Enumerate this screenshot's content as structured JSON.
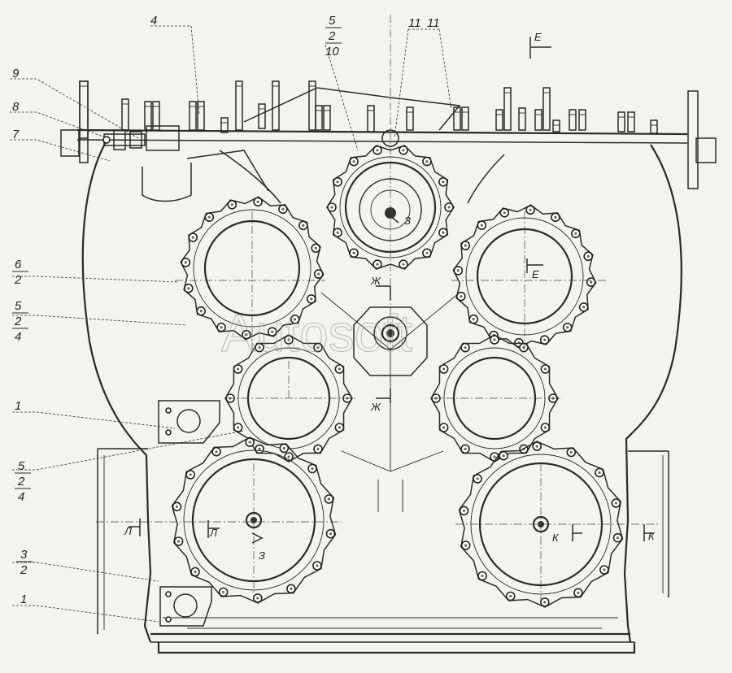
{
  "callouts": [
    {
      "id": "c4",
      "lines": [
        "4"
      ]
    },
    {
      "id": "c5a",
      "lines": [
        "5",
        "2",
        "10"
      ]
    },
    {
      "id": "c11a",
      "lines": [
        "11"
      ]
    },
    {
      "id": "c11b",
      "lines": [
        "11"
      ]
    },
    {
      "id": "c9",
      "lines": [
        "9"
      ]
    },
    {
      "id": "c8",
      "lines": [
        "8"
      ]
    },
    {
      "id": "c7",
      "lines": [
        "7"
      ]
    },
    {
      "id": "c6",
      "lines": [
        "6",
        "2"
      ]
    },
    {
      "id": "c5b",
      "lines": [
        "5",
        "2",
        "4"
      ]
    },
    {
      "id": "c1a",
      "lines": [
        "1"
      ]
    },
    {
      "id": "c5c",
      "lines": [
        "5",
        "2",
        "4"
      ]
    },
    {
      "id": "c3",
      "lines": [
        "3",
        "2"
      ]
    },
    {
      "id": "c1b",
      "lines": [
        "1"
      ]
    }
  ],
  "section_marks": {
    "e_top": "Е",
    "e_mid": "Е",
    "zh_top": "Ж",
    "zh_bottom": "Ж",
    "z_top": "З",
    "z_bottom": "З",
    "l_left": "Л",
    "l_right": "Л",
    "k_left": "К",
    "k_right": "К"
  },
  "watermark": "Autosoft"
}
